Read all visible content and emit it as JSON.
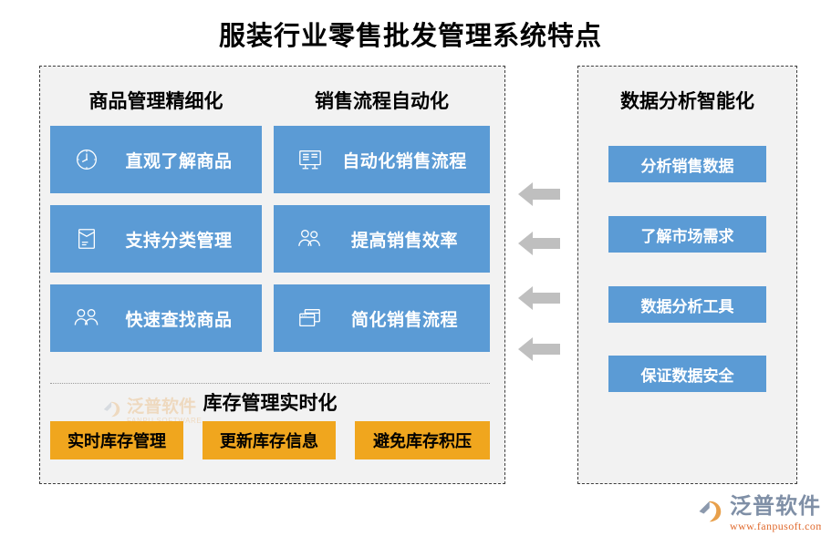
{
  "page": {
    "title": "服装行业零售批发管理系统特点",
    "accent_blue": "#5B9BD5",
    "accent_orange": "#F0A61E",
    "panel_bg": "#F2F2F2",
    "arrow_color": "#BFBFBF"
  },
  "left_panel": {
    "columns": [
      {
        "header": "商品管理精细化",
        "items": [
          {
            "label": "直观了解商品",
            "icon": "clock-icon"
          },
          {
            "label": "支持分类管理",
            "icon": "document-icon"
          },
          {
            "label": "快速查找商品",
            "icon": "users-icon"
          }
        ]
      },
      {
        "header": "销售流程自动化",
        "items": [
          {
            "label": "自动化销售流程",
            "icon": "presentation-board-icon"
          },
          {
            "label": "提高销售效率",
            "icon": "users-icon"
          },
          {
            "label": "简化销售流程",
            "icon": "windows-copy-icon"
          }
        ]
      }
    ],
    "inventory": {
      "header": "库存管理实时化",
      "items": [
        "实时库存管理",
        "更新库存信息",
        "避免库存积压"
      ]
    }
  },
  "right_panel": {
    "header": "数据分析智能化",
    "items": [
      "分析销售数据",
      "了解市场需求",
      "数据分析工具",
      "保证数据安全"
    ]
  },
  "arrows": [
    {
      "name": "arrow-left-1",
      "direction": "left"
    },
    {
      "name": "arrow-left-2",
      "direction": "left"
    },
    {
      "name": "arrow-left-3",
      "direction": "left"
    },
    {
      "name": "arrow-left-4",
      "direction": "left"
    }
  ],
  "watermark": {
    "name": "泛普软件",
    "sub": "FANPU SOFTWARE"
  },
  "brand": {
    "name": "泛普软件",
    "url": "www.fanpusoft.com"
  }
}
